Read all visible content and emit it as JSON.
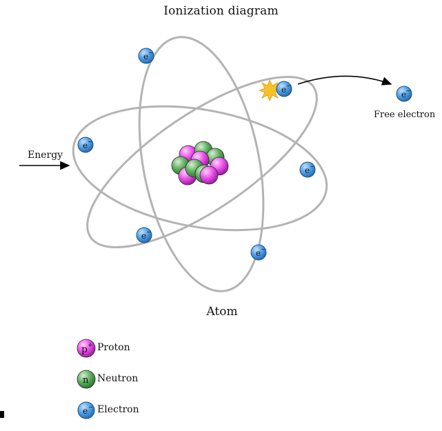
{
  "title": "Ionization diagram",
  "atom_label": "Atom",
  "energy_label": "Energy",
  "free_electron_label": "Free electron",
  "electron_symbol": "e",
  "electron_charge": "−",
  "legend": [
    {
      "symbol": "p",
      "charge": "+",
      "label": "Proton",
      "color": "#e94ee9"
    },
    {
      "symbol": "n",
      "charge": "",
      "label": "Neutron",
      "color": "#5fae5f"
    },
    {
      "symbol": "e",
      "charge": "−",
      "label": "Electron",
      "color": "#4a9ae0"
    }
  ],
  "colors": {
    "orbit": "#b3b3b3",
    "electron": "#4a9ae0",
    "proton": "#e94ee9",
    "neutron": "#5fae5f",
    "spark": "#f6c12b",
    "arrow": "#000000"
  }
}
